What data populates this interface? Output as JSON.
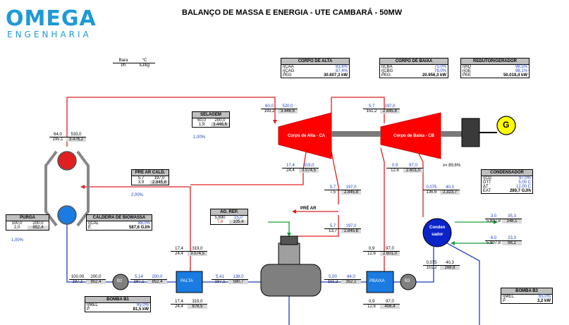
{
  "title": "BALANÇO DE MASSA E ENERGIA - UTE CAMBARÁ - 50MW",
  "logo": {
    "top": "OMEGA",
    "bottom": "ENGENHARIA"
  },
  "legend": {
    "r1c1": "Bara",
    "r1c2": "°C",
    "r2c1": "t/h",
    "r2c2": "kJ/kg"
  },
  "corpo_alta": {
    "header": "CORPO DE ALTA",
    "l1": "ηCAA",
    "v1": "83,6%",
    "l2": "ηCAG",
    "v2": "87,4%",
    "l3": "PEG",
    "v3": "30.607,3 kW"
  },
  "corpo_baixa": {
    "header": "CORPO DE BAIXA",
    "l1": "ηCBA",
    "v1": "75,0%",
    "l2": "ηCBG",
    "v2": "78,0%",
    "l3": "PEG",
    "v3": "20.956,3 kW"
  },
  "redutor": {
    "header": "REDUTOR/GERADOR",
    "l1": "ηRD",
    "v1": "98,5%",
    "l2": "ηGE",
    "v2": "98,1%",
    "l3": "PEE",
    "v3": "50.018,4 kW"
  },
  "selagem": {
    "header": "SELAGEM",
    "a": "60,0",
    "b": "200,0",
    "c": "1,9",
    "d": "3.446,6",
    "pct": "1,00%"
  },
  "pre_ar_cald": {
    "header": "PRÉ AR CALD.",
    "a": "5,7",
    "b": "197,0",
    "c": "3,9",
    "d": "2.845,8",
    "pct": "2,00%"
  },
  "purga": {
    "header": "PURGA",
    "a": "100,0",
    "b": "200,0",
    "c": "2,0",
    "d": "852,4",
    "pct": "1,00%"
  },
  "caldeira": {
    "header": "CALDEIRA DE BIOMASSA",
    "l1": "ηCAL",
    "v1": "88,0%",
    "l2": "E",
    "v2": "587,6 GJ/h"
  },
  "ag_rep": {
    "header": "ÁG. REP.",
    "a": "5,690",
    "b": "25,0",
    "c": "7,8",
    "d": "105,4"
  },
  "condensador": {
    "header": "CONDENSADOR",
    "l1": "ηCD",
    "v1": "97,0%",
    "l2": "DTT",
    "v2": "5,00 C",
    "l3": "ΔT",
    "v3": "12,00 C",
    "l4": "EAT",
    "v4": "289,7 GJ/h"
  },
  "bomba_b1": {
    "header": "BOMBA B1",
    "l1": "ηMEL",
    "v1": "65,0%",
    "l2": "P",
    "v2": "81,5 kW"
  },
  "bomba_b3": {
    "header": "BOMBA B3",
    "l1": "ηMEL",
    "v1": "65,0%",
    "l2": "P",
    "v2": "3,2 kW"
  },
  "labels": {
    "corpo_alta_turb": "Corpo de Alta - CA",
    "corpo_baixa_turb": "Corpo de Baixa - CB",
    "gen": "G",
    "b2": "B2",
    "b3": "B3",
    "palta": "PALTA",
    "pbaixa": "PBAIXA",
    "condensador_a": "Conden",
    "condensador_b": "sador",
    "pre_ar": "PRÉ AR",
    "quality": "x= 89,6%"
  },
  "streams": {
    "s_boiler_out": [
      "64,0",
      "533,0",
      "195,1",
      "3.476,2"
    ],
    "s_ca_in": [
      "60,0",
      "520,0",
      "193,2",
      "3.446,6"
    ],
    "s_cb_in": [
      "5,7",
      "197,0",
      "151,2",
      "2.845,8"
    ],
    "s_ca_ext": [
      "17,4",
      "319,0",
      "24,4",
      "3.074,5"
    ],
    "s_cb_out": [
      "0,9",
      "97,0",
      "12,6",
      "2.601,0"
    ],
    "s_mid1": [
      "5,7",
      "197,0",
      "7,5",
      "2.845,8"
    ],
    "s_mid2": [
      "5,7",
      "197,0",
      "13,7",
      "2.845,8"
    ],
    "s_cond_in": [
      "0,075",
      "40,3",
      "136,6",
      "2.323,7"
    ],
    "s_palta_top": [
      "17,4",
      "319,0",
      "24,4",
      "3.074,5"
    ],
    "s_pbaixa_top": [
      "0,9",
      "97,0",
      "12,6",
      "2.601,0"
    ],
    "s_cond_out": [
      "0,075",
      "40,3",
      "151,2",
      "168,8"
    ],
    "s_b2_in": [
      "100,00",
      "200,0",
      "197,1",
      "852,4"
    ],
    "s_b2_out": [
      "5,14",
      "200,0",
      "197,1",
      "852,4"
    ],
    "s_palta_out": [
      "5,41",
      "138,0",
      "197,1",
      "580,7"
    ],
    "s_pbaixa_in": [
      "5,00",
      "84,0",
      "151,2",
      "352,1"
    ],
    "s_palta_bot": [
      "17,4",
      "319,0",
      "24,4",
      "876,5"
    ],
    "s_pbaixa_bot": [
      "0,9",
      "97,0",
      "12,6",
      "406,4"
    ],
    "s_cw1": [
      "3,0",
      "35,3",
      "5.807,8",
      "148,1"
    ],
    "s_cw2": [
      "6,0",
      "23,3",
      "5.807,8",
      "98,2"
    ]
  },
  "colors": {
    "steam": "#e02020",
    "water": "#1f3fbf",
    "turbine": "#ff0000",
    "gen": "#ffff00",
    "green": "#1a9a3a"
  }
}
